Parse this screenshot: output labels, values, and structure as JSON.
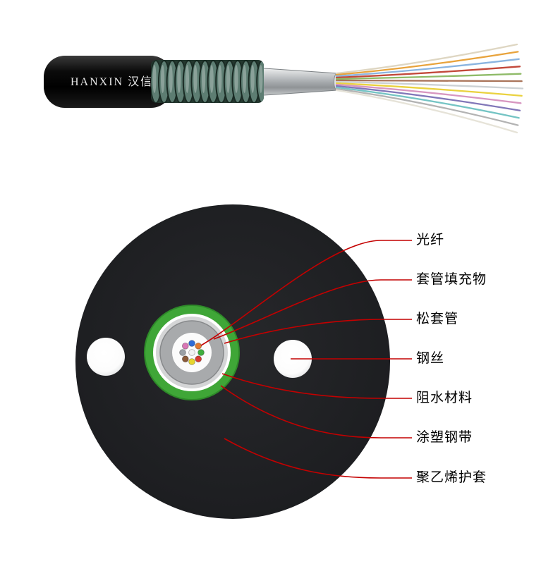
{
  "brand": {
    "name": "HANXIN 汉信"
  },
  "diagram": {
    "labels": [
      {
        "text": "光纤"
      },
      {
        "text": "套管填充物"
      },
      {
        "text": "松套管"
      },
      {
        "text": "钢丝"
      },
      {
        "text": "阻水材料"
      },
      {
        "text": "涂塑钢带"
      },
      {
        "text": "聚乙烯护套"
      }
    ]
  },
  "colors": {
    "leader_line": "#c40000",
    "pe_sheath_black": "#1d1e21",
    "steel_tape_green": "#3fa637",
    "loose_tube_gray": "#a8aaac",
    "armor_teal": "#5d7d72",
    "fiber_dot_colors": [
      "#2f6bd6",
      "#e2792f",
      "#3fae3f",
      "#d63b2f",
      "#e6d52e",
      "#8a5a3a",
      "#9aa0a6",
      "#d977b5",
      "#f2f2f2"
    ],
    "fan_fiber_colors": [
      "#ded6c2",
      "#e8a33c",
      "#8ab4e0",
      "#c2483a",
      "#8fbb68",
      "#a9745a",
      "#ccd1d4",
      "#ead23f",
      "#d796c0",
      "#8177b8",
      "#74c4c4",
      "#b3b3b3",
      "#e6e3d8"
    ]
  }
}
